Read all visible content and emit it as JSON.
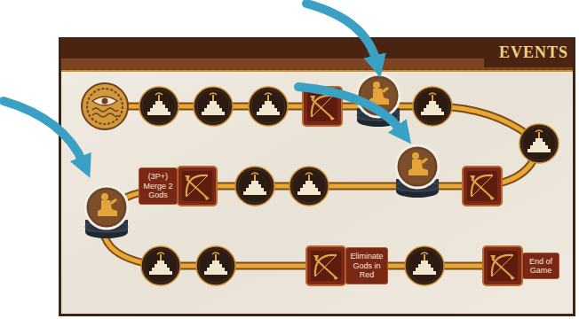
{
  "diagram": {
    "title": "EVENTS",
    "nodes": [
      {
        "text": [
          "(3P+) Merge 2 Gods"
        ]
      },
      {
        "text": [
          "Eliminate Gods in Red"
        ]
      },
      {
        "text": [
          "End of Game"
        ]
      }
    ]
  }
}
